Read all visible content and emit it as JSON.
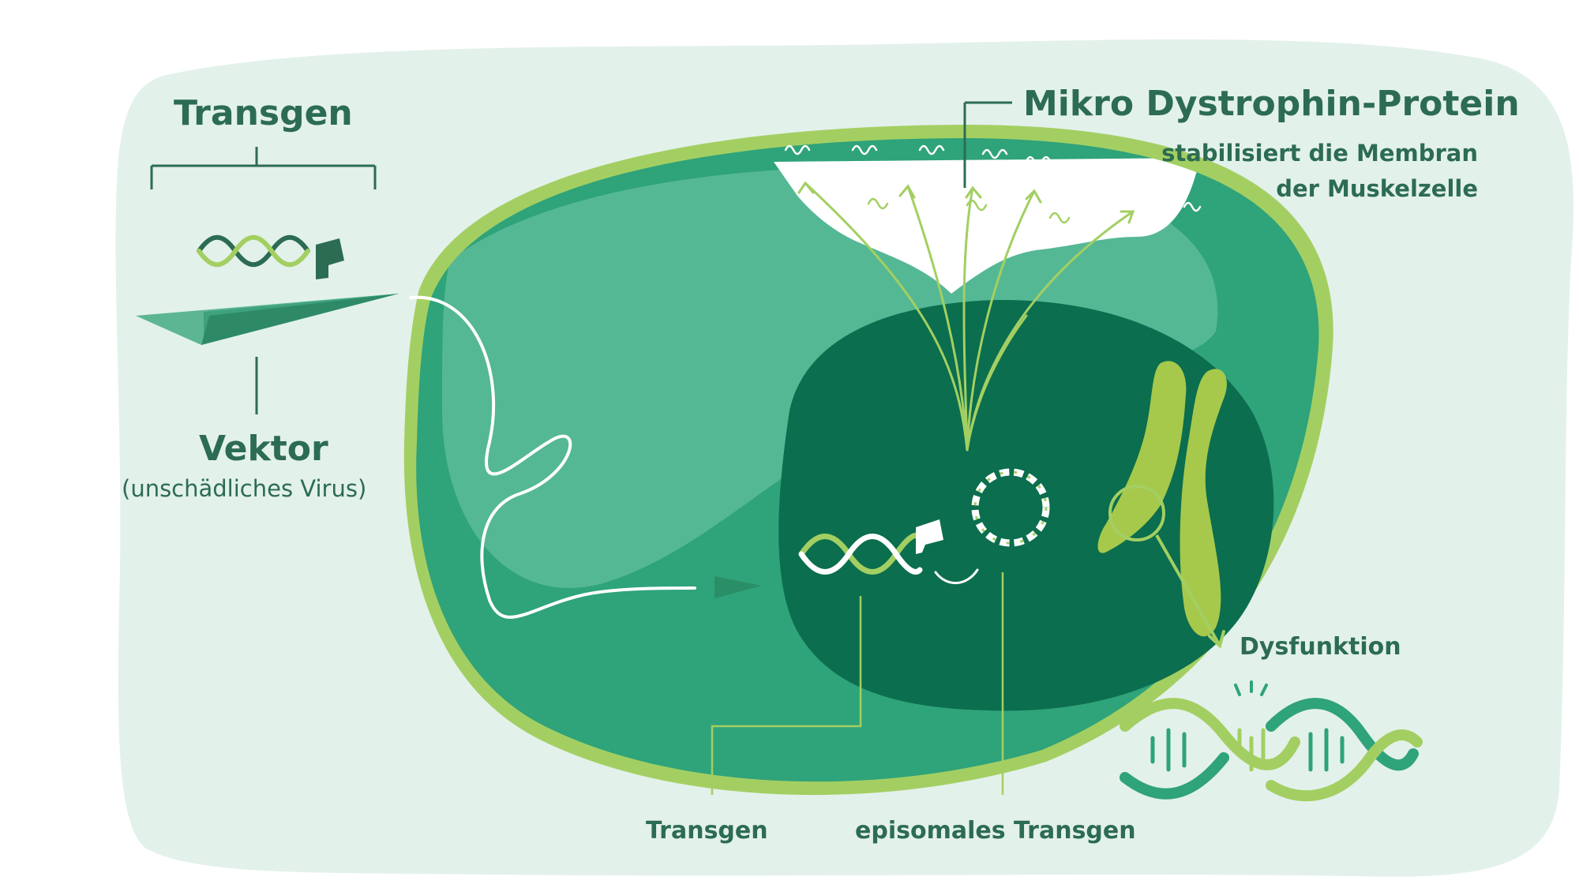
{
  "labels": {
    "transgen_top": "Transgen",
    "mikro_dystrophin": "Mikro Dystrophin-Protein",
    "stabilisiert": "stabilisiert die Membran der Muskelzelle",
    "vektor": "Vektor",
    "virus": "(unschädliches Virus)",
    "dysfunktion": "Dysfunktion",
    "transgen_bottom": "Transgen",
    "episomal": "episomales Transgen"
  },
  "colors": {
    "background_panel": "#e3f1eb",
    "membrane_lime": "#a3cf62",
    "cytoplasm": "#2fa37a",
    "cytoplasm_light": "#55b895",
    "nucleus": "#0b6e4e",
    "chromosome": "#a6c94c",
    "label_text": "#2c6c52",
    "white": "#ffffff"
  }
}
